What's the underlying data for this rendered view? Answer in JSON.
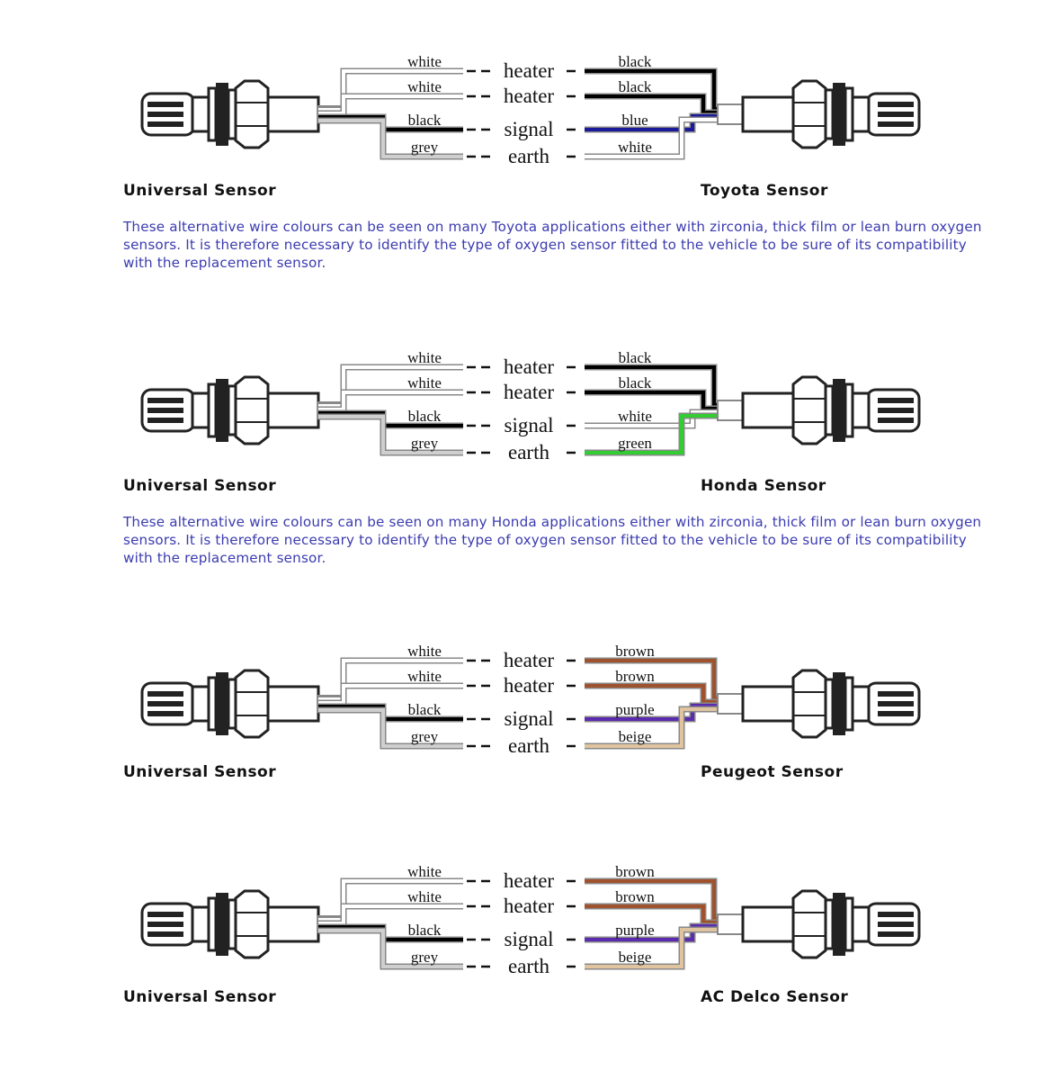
{
  "universal": {
    "caption": "Universal Sensor",
    "wires": [
      "white",
      "white",
      "black",
      "grey"
    ],
    "functions": [
      "heater",
      "heater",
      "signal",
      "earth"
    ]
  },
  "sections": [
    {
      "title": "Toyota Sensor",
      "wires": [
        {
          "label": "black",
          "color": "#000000"
        },
        {
          "label": "black",
          "color": "#000000"
        },
        {
          "label": "blue",
          "color": "#1a1a9a"
        },
        {
          "label": "white",
          "color": "#ffffff"
        }
      ],
      "note": "These alternative wire colours can be seen on many Toyota applications either with zirconia, thick film or lean burn oxygen sensors. It is therefore necessary to identify the type of oxygen sensor fitted to the vehicle to be sure of its compatibility with the replacement sensor."
    },
    {
      "title": "Honda Sensor",
      "wires": [
        {
          "label": "black",
          "color": "#000000"
        },
        {
          "label": "black",
          "color": "#000000"
        },
        {
          "label": "white",
          "color": "#ffffff"
        },
        {
          "label": "green",
          "color": "#33cc33"
        }
      ],
      "note": "These alternative wire colours can be seen on many Honda applications either with zirconia, thick film or lean burn oxygen sensors. It is therefore necessary to identify the type of oxygen sensor fitted to the vehicle to be sure of its compatibility with the replacement sensor."
    },
    {
      "title": "Peugeot Sensor",
      "wires": [
        {
          "label": "brown",
          "color": "#a0522d"
        },
        {
          "label": "brown",
          "color": "#a0522d"
        },
        {
          "label": "purple",
          "color": "#5b2bb0"
        },
        {
          "label": "beige",
          "color": "#e0c4a0"
        }
      ],
      "note": ""
    },
    {
      "title": "AC Delco Sensor",
      "wires": [
        {
          "label": "brown",
          "color": "#a0522d"
        },
        {
          "label": "brown",
          "color": "#a0522d"
        },
        {
          "label": "purple",
          "color": "#5b2bb0"
        },
        {
          "label": "beige",
          "color": "#e0c4a0"
        }
      ],
      "note": ""
    }
  ]
}
